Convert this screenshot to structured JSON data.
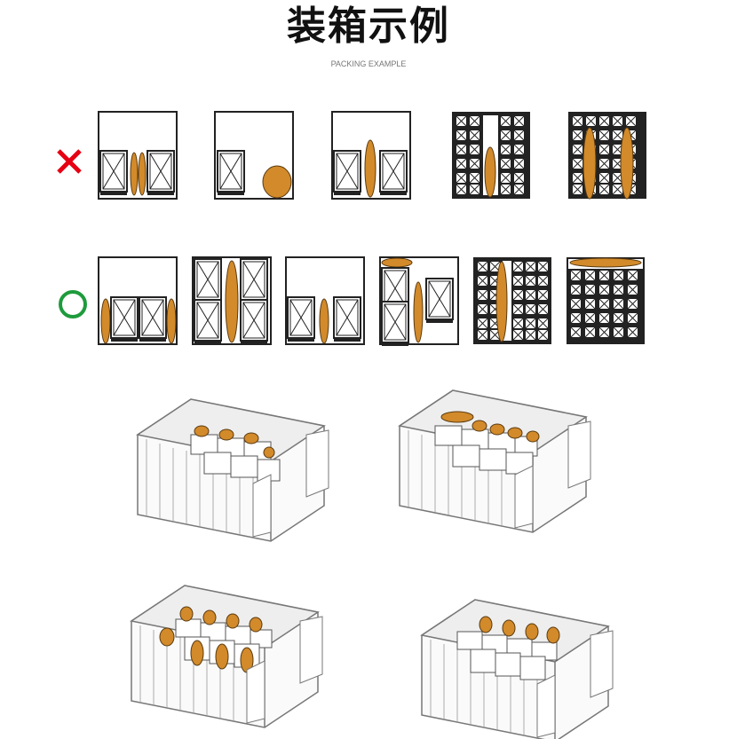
{
  "header": {
    "title": "装箱示例",
    "subtitle": "PACKING EXAMPLE"
  },
  "legend": {
    "wrong_icon": "cross-mark",
    "right_icon": "circle-mark",
    "wrong_color": "#e60012",
    "right_color": "#1e9b3c"
  },
  "colors": {
    "bag": "#d28a2a",
    "bag_outline": "#5a3a10",
    "line": "#222222",
    "container": "#888888"
  },
  "diagram": {
    "wrong_examples_count": 5,
    "right_examples_count": 6,
    "container_views_count": 4
  }
}
